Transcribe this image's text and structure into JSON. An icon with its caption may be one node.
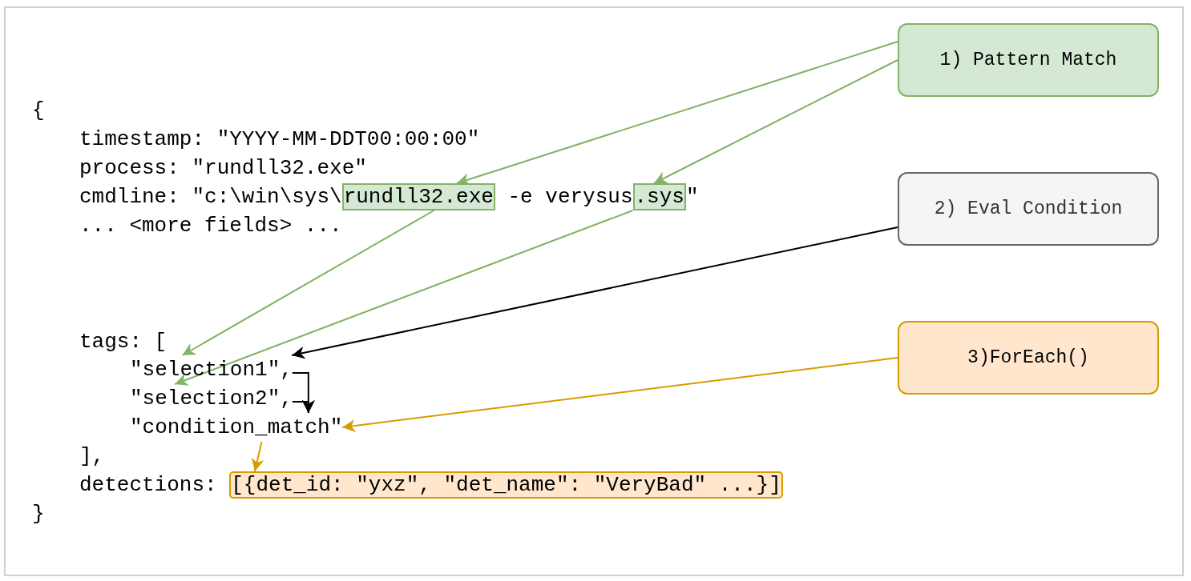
{
  "diagram": {
    "nodes": [
      {
        "text": [
          "1) Pattern Match"
        ]
      },
      {
        "text": [
          "rundll32.exe"
        ]
      },
      {
        "text": [
          ".sys"
        ]
      },
      {
        "text": [
          "2) Eval Condition"
        ]
      },
      {
        "text": [
          "3)ForEach()"
        ]
      },
      {
        "text": [
          "\"selection1\""
        ]
      },
      {
        "text": [
          "\"selection2\""
        ]
      },
      {
        "text": [
          "\"condition_match\""
        ]
      },
      {
        "text": [
          "[{det_id: \"yxz\", \"det_name\": \"VeryBad\" ...}]"
        ]
      }
    ],
    "edges": [
      {
        "from": 0,
        "to": 1,
        "arrow": "to"
      },
      {
        "from": 0,
        "to": 2,
        "arrow": "to"
      },
      {
        "from": 1,
        "to": 5,
        "arrow": "to"
      },
      {
        "from": 2,
        "to": 6,
        "arrow": "to"
      },
      {
        "from": 3,
        "to": 5,
        "arrow": "to",
        "color": "#000000"
      },
      {
        "from": 5,
        "to": 7,
        "arrow": "to",
        "color": "#000000"
      },
      {
        "from": 6,
        "to": 7,
        "arrow": "to",
        "color": "#000000"
      },
      {
        "from": 4,
        "to": 7,
        "arrow": "to",
        "color": "#d79b00"
      },
      {
        "from": 7,
        "to": 8,
        "arrow": "to",
        "color": "#d79b00"
      }
    ],
    "labels": [
      "{",
      "timestamp: \"YYYY-MM-DDT00:00:00\"",
      "process: \"rundll32.exe\"",
      "cmdline: \"c:\\win\\sys\\",
      "-e verysus",
      "\"",
      "... <more fields> ...",
      "tags: [",
      ",",
      ",",
      "],",
      "detections:",
      "}"
    ]
  }
}
